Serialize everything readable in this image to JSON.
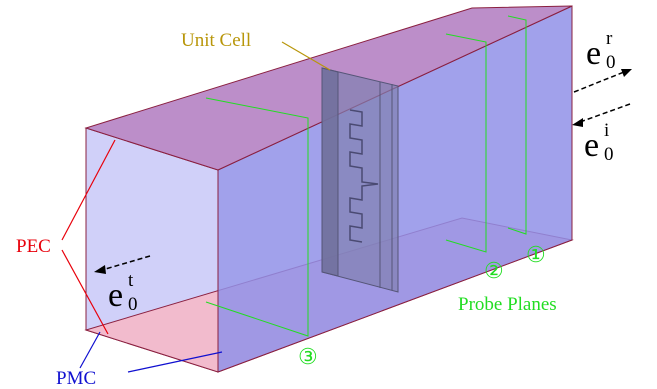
{
  "title": "",
  "labels": {
    "unit_cell": "Unit Cell",
    "pec": "PEC",
    "pmc": "PMC",
    "probe_planes": "Probe Planes",
    "probe_1": "①",
    "probe_2": "②",
    "probe_3": "③",
    "wave_reflected_base": "e",
    "wave_reflected_sup": "r",
    "wave_reflected_sub": "0",
    "wave_incident_base": "e",
    "wave_incident_sup": "i",
    "wave_incident_sub": "0",
    "wave_transmitted_base": "e",
    "wave_transmitted_sup": "t",
    "wave_transmitted_sub": "0"
  },
  "colors": {
    "unit_cell": "#B8960A",
    "pec": "#E8000B",
    "pmc": "#1010D0",
    "probe": "#22DD22",
    "pec_wall_fill": "#B07AC0",
    "pmc_wall_fill": "#F5B8C8",
    "side_fill": "#9090E8",
    "front_fill": "#C8C8F8",
    "edge": "#8A2040"
  }
}
